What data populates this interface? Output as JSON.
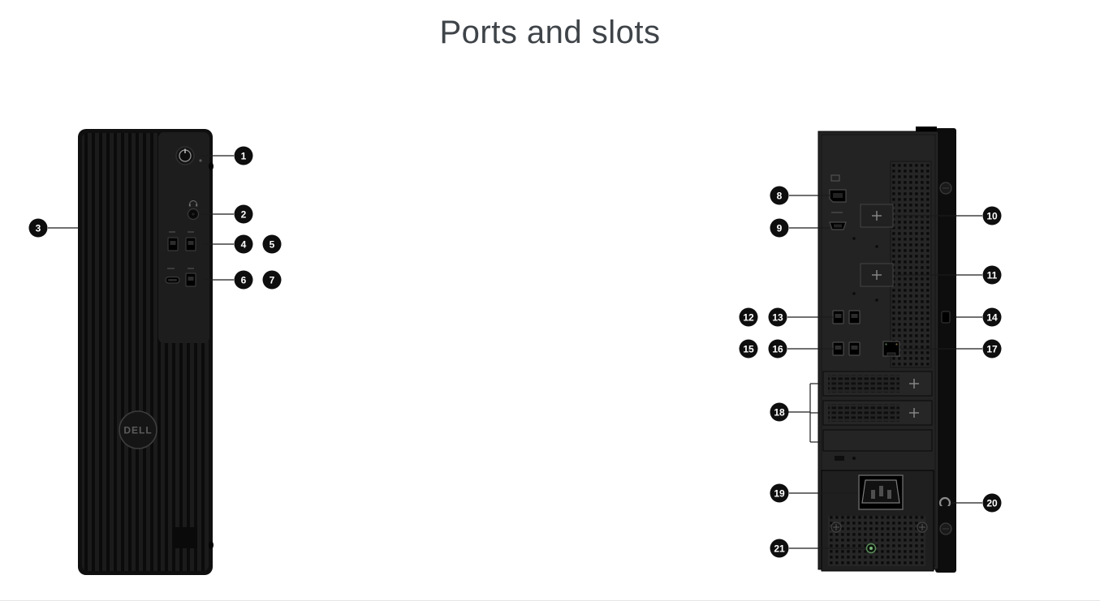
{
  "page": {
    "title": "Ports and slots"
  },
  "colors": {
    "badge_bg": "#0e0e0e",
    "badge_text": "#ffffff",
    "chassis_dark": "#161616",
    "title_text": "#3f4449",
    "leader_line": "#1b1b1b"
  },
  "callouts": [
    {
      "label": "1",
      "target": "power-button"
    },
    {
      "label": "2",
      "target": "headset-jack"
    },
    {
      "label": "3",
      "target": "front-panel"
    },
    {
      "label": "4",
      "target": "usb-a-port"
    },
    {
      "label": "5",
      "target": "usb-a-port"
    },
    {
      "label": "6",
      "target": "usb-c-port"
    },
    {
      "label": "7",
      "target": "usb-a-port"
    },
    {
      "label": "8",
      "target": "displayport"
    },
    {
      "label": "9",
      "target": "hdmi-port"
    },
    {
      "label": "10",
      "target": "optional-port-slot"
    },
    {
      "label": "11",
      "target": "optional-port-slot"
    },
    {
      "label": "12",
      "target": "usb-a-port"
    },
    {
      "label": "13",
      "target": "usb-a-port"
    },
    {
      "label": "14",
      "target": "security-lock-slot"
    },
    {
      "label": "15",
      "target": "usb-a-port"
    },
    {
      "label": "16",
      "target": "usb-a-port"
    },
    {
      "label": "17",
      "target": "ethernet-port"
    },
    {
      "label": "18",
      "target": "expansion-slots"
    },
    {
      "label": "19",
      "target": "power-connector"
    },
    {
      "label": "20",
      "target": "padlock-ring"
    },
    {
      "label": "21",
      "target": "psu-diagnostic-light"
    }
  ]
}
